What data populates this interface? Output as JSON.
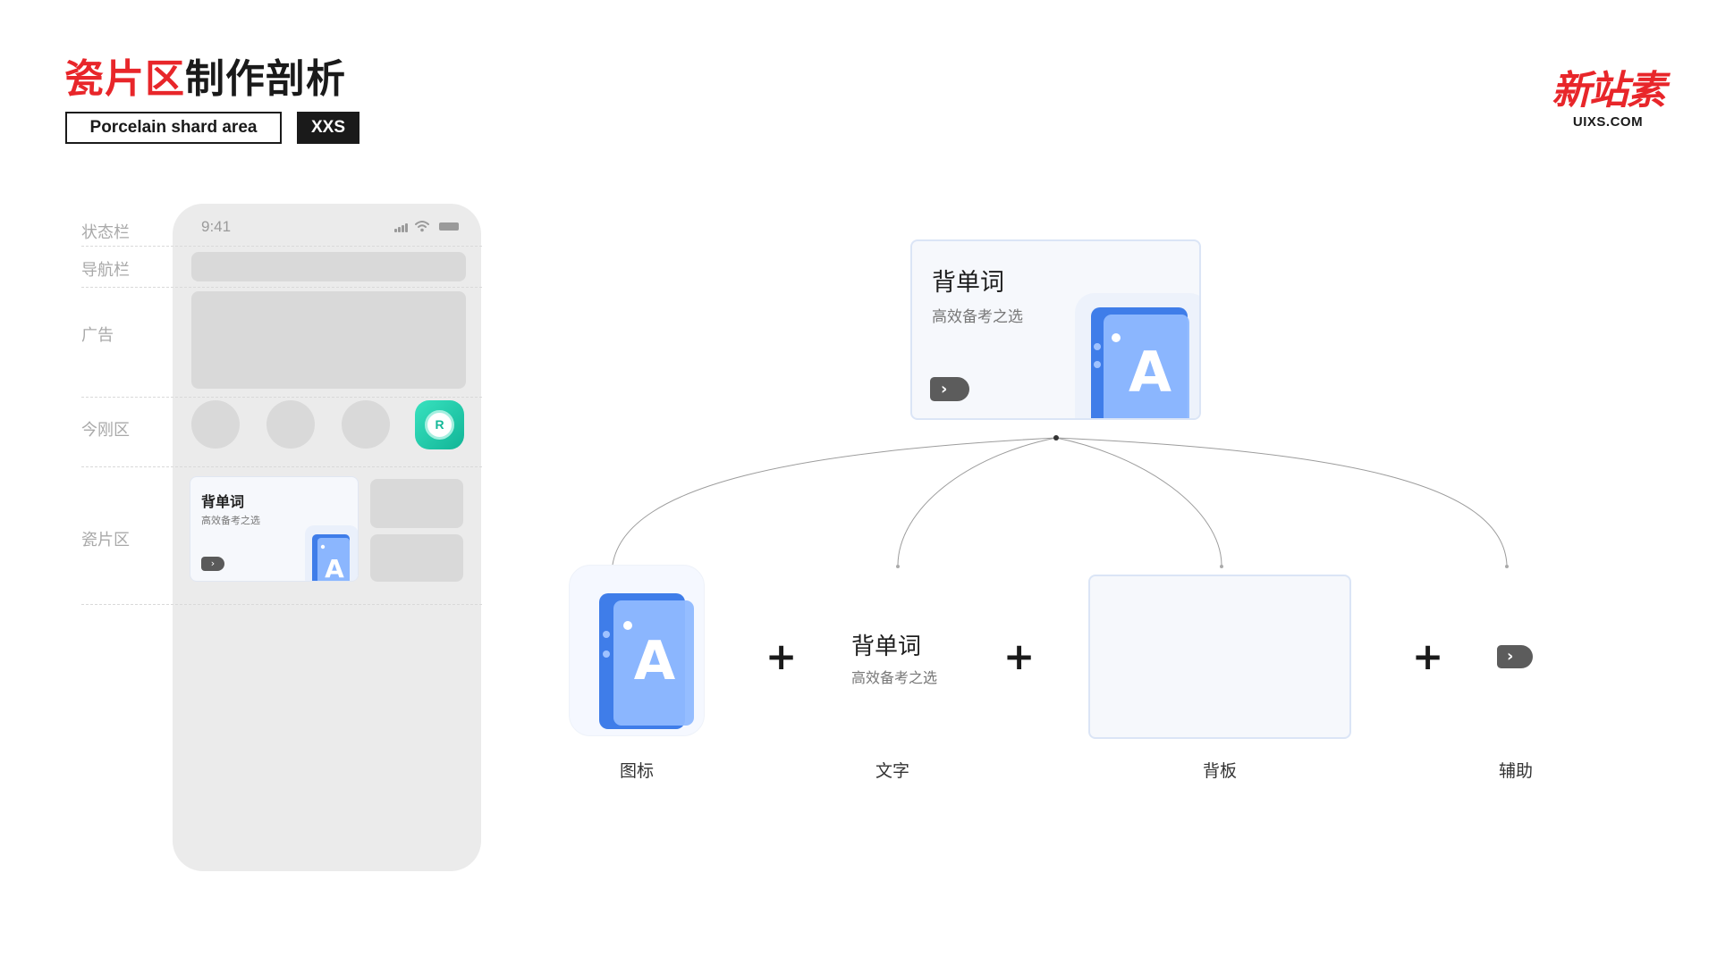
{
  "header": {
    "title_red": "瓷片区",
    "title_black": "制作剖析",
    "subtitle_en": "Porcelain shard area",
    "size_tag": "XXS"
  },
  "brand": {
    "mark": "新站素",
    "url": "UIXS.COM",
    "color": "#e8262a"
  },
  "wireframe": {
    "rows": {
      "status_bar": "状态栏",
      "nav_bar": "导航栏",
      "ad": "广告",
      "king_kong": "今刚区",
      "porcelain": "瓷片区"
    },
    "status_time": "9:41",
    "app_icon_letter": "R",
    "card": {
      "title": "背单词",
      "subtitle": "高效备考之选",
      "book_letter": "A",
      "arrow": "›"
    }
  },
  "featured_card": {
    "title": "背单词",
    "subtitle": "高效备考之选",
    "book_letter": "A",
    "arrow": "›",
    "background": "#f6f8fc",
    "border": "#dbe5f6"
  },
  "components": {
    "icon": {
      "label": "图标",
      "letter": "A",
      "color": "#4f8ef7"
    },
    "text": {
      "label": "文字",
      "title": "背单词",
      "subtitle": "高效备考之选"
    },
    "panel": {
      "label": "背板"
    },
    "assist": {
      "label": "辅助",
      "arrow": "›"
    },
    "plus": "+"
  },
  "colors": {
    "accent_red": "#e8262a",
    "wire_gray": "#d9d9d9",
    "phone_bg": "#ebebeb",
    "app_green": "#12b597",
    "book_blue": "#4f8ef7"
  }
}
